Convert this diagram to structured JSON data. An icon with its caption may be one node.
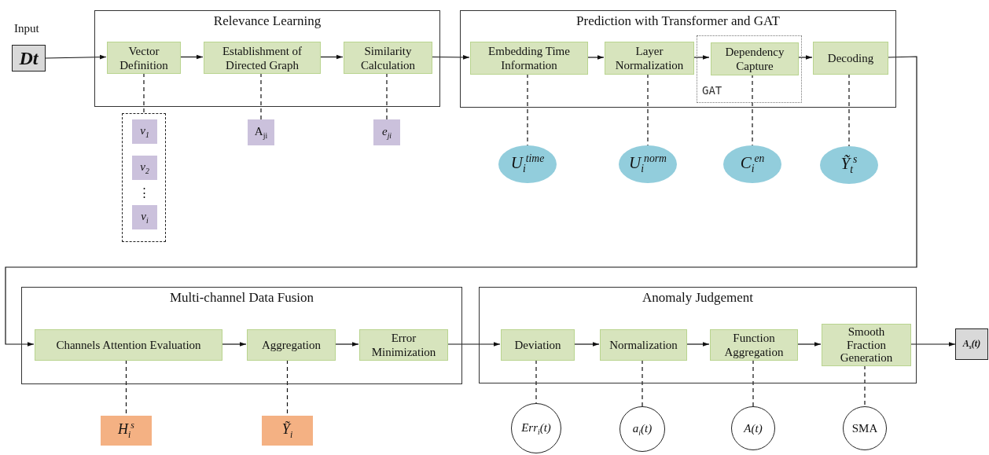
{
  "diagram": {
    "nodes": [
      {
        "text": [
          "Dt"
        ],
        "beside": [
          "Input"
        ]
      },
      {
        "text": [
          "Relevance Learning"
        ]
      },
      {
        "text": [
          "Vector Definition"
        ],
        "in": 1
      },
      {
        "text": [
          "Establishment of Directed Graph"
        ],
        "in": 1
      },
      {
        "text": [
          "Similarity Calculation"
        ],
        "in": 1
      },
      {
        "text": [
          "Prediction with Transformer and GAT"
        ]
      },
      {
        "text": [
          "Embedding Time Information"
        ],
        "in": 5
      },
      {
        "text": [
          "Layer Normalization"
        ],
        "in": 5
      },
      {
        "text": [
          "GAT"
        ],
        "in": 5
      },
      {
        "text": [
          "Dependency Capture"
        ],
        "in": 8
      },
      {
        "text": [
          "Decoding"
        ],
        "in": 5
      },
      {
        "text": [],
        "shape": "box"
      },
      {
        "text": [
          "v$_{1}$"
        ],
        "in": 11
      },
      {
        "text": [
          "v$_{2}$"
        ],
        "in": 11
      },
      {
        "text": [
          "v$_{i}$"
        ],
        "in": 11
      },
      {
        "text": [
          "A$_{ji}$"
        ]
      },
      {
        "text": [
          "e$_{ji}$"
        ]
      },
      {
        "text": [
          "U$_{i}$$^{time}$"
        ]
      },
      {
        "text": [
          "U$_{i}$$^{norm}$"
        ]
      },
      {
        "text": [
          "C$_{i}$$^{en}$"
        ]
      },
      {
        "text": [
          "Ỹ$_{t}$$^{s}$"
        ]
      },
      {
        "text": [
          "Multi-channel Data Fusion"
        ]
      },
      {
        "text": [
          "Channels Attention Evaluation"
        ],
        "in": 21
      },
      {
        "text": [
          "Aggregation"
        ],
        "in": 21
      },
      {
        "text": [
          "Error Minimization"
        ],
        "in": 21
      },
      {
        "text": [
          "Anomaly Judgement"
        ]
      },
      {
        "text": [
          "Deviation"
        ],
        "in": 25
      },
      {
        "text": [
          "Normalization"
        ],
        "in": 25
      },
      {
        "text": [
          "Function Aggregation"
        ],
        "in": 25
      },
      {
        "text": [
          "Smooth Fraction Generation"
        ],
        "in": 25
      },
      {
        "text": [
          "A$_{s}$(t)"
        ]
      },
      {
        "text": [
          "H$_{i}$$^{s}$"
        ]
      },
      {
        "text": [
          "Ỹ$_{i}$"
        ]
      },
      {
        "text": [
          "Err$_{i}$(t)"
        ]
      },
      {
        "text": [
          "a$_{i}$(t)"
        ]
      },
      {
        "text": [
          "A(t)"
        ]
      },
      {
        "text": [
          "SMA"
        ]
      }
    ],
    "edges": [
      {
        "from": 0,
        "to": 2,
        "arrow": "to"
      },
      {
        "from": 2,
        "to": 3,
        "arrow": "to"
      },
      {
        "from": 3,
        "to": 4,
        "arrow": "to"
      },
      {
        "from": 4,
        "to": 6,
        "arrow": "to"
      },
      {
        "from": 6,
        "to": 7,
        "arrow": "to"
      },
      {
        "from": 7,
        "to": 9,
        "arrow": "to"
      },
      {
        "from": 9,
        "to": 10,
        "arrow": "to"
      },
      {
        "from": 10,
        "to": 22,
        "arrow": "to"
      },
      {
        "from": 22,
        "to": 23,
        "arrow": "to"
      },
      {
        "from": 23,
        "to": 24,
        "arrow": "to"
      },
      {
        "from": 24,
        "to": 26,
        "arrow": "to"
      },
      {
        "from": 26,
        "to": 27,
        "arrow": "to"
      },
      {
        "from": 27,
        "to": 28,
        "arrow": "to"
      },
      {
        "from": 28,
        "to": 29,
        "arrow": "to"
      },
      {
        "from": 29,
        "to": 30,
        "arrow": "to"
      },
      {
        "from": 2,
        "to": 11,
        "arrow": "none",
        "style": "dashed"
      },
      {
        "from": 3,
        "to": 15,
        "arrow": "none",
        "style": "dashed"
      },
      {
        "from": 4,
        "to": 16,
        "arrow": "none",
        "style": "dashed"
      },
      {
        "from": 6,
        "to": 17,
        "arrow": "none",
        "style": "dashed"
      },
      {
        "from": 7,
        "to": 18,
        "arrow": "none",
        "style": "dashed"
      },
      {
        "from": 9,
        "to": 19,
        "arrow": "none",
        "style": "dashed"
      },
      {
        "from": 10,
        "to": 20,
        "arrow": "none",
        "style": "dashed"
      },
      {
        "from": 22,
        "to": 31,
        "arrow": "none",
        "style": "dashed"
      },
      {
        "from": 23,
        "to": 32,
        "arrow": "none",
        "style": "dashed"
      },
      {
        "from": 26,
        "to": 33,
        "arrow": "none",
        "style": "dashed"
      },
      {
        "from": 27,
        "to": 34,
        "arrow": "none",
        "style": "dashed"
      },
      {
        "from": 28,
        "to": 35,
        "arrow": "none",
        "style": "dashed"
      },
      {
        "from": 29,
        "to": 36,
        "arrow": "none",
        "style": "dashed"
      }
    ],
    "labels": [
      "⋮"
    ]
  }
}
